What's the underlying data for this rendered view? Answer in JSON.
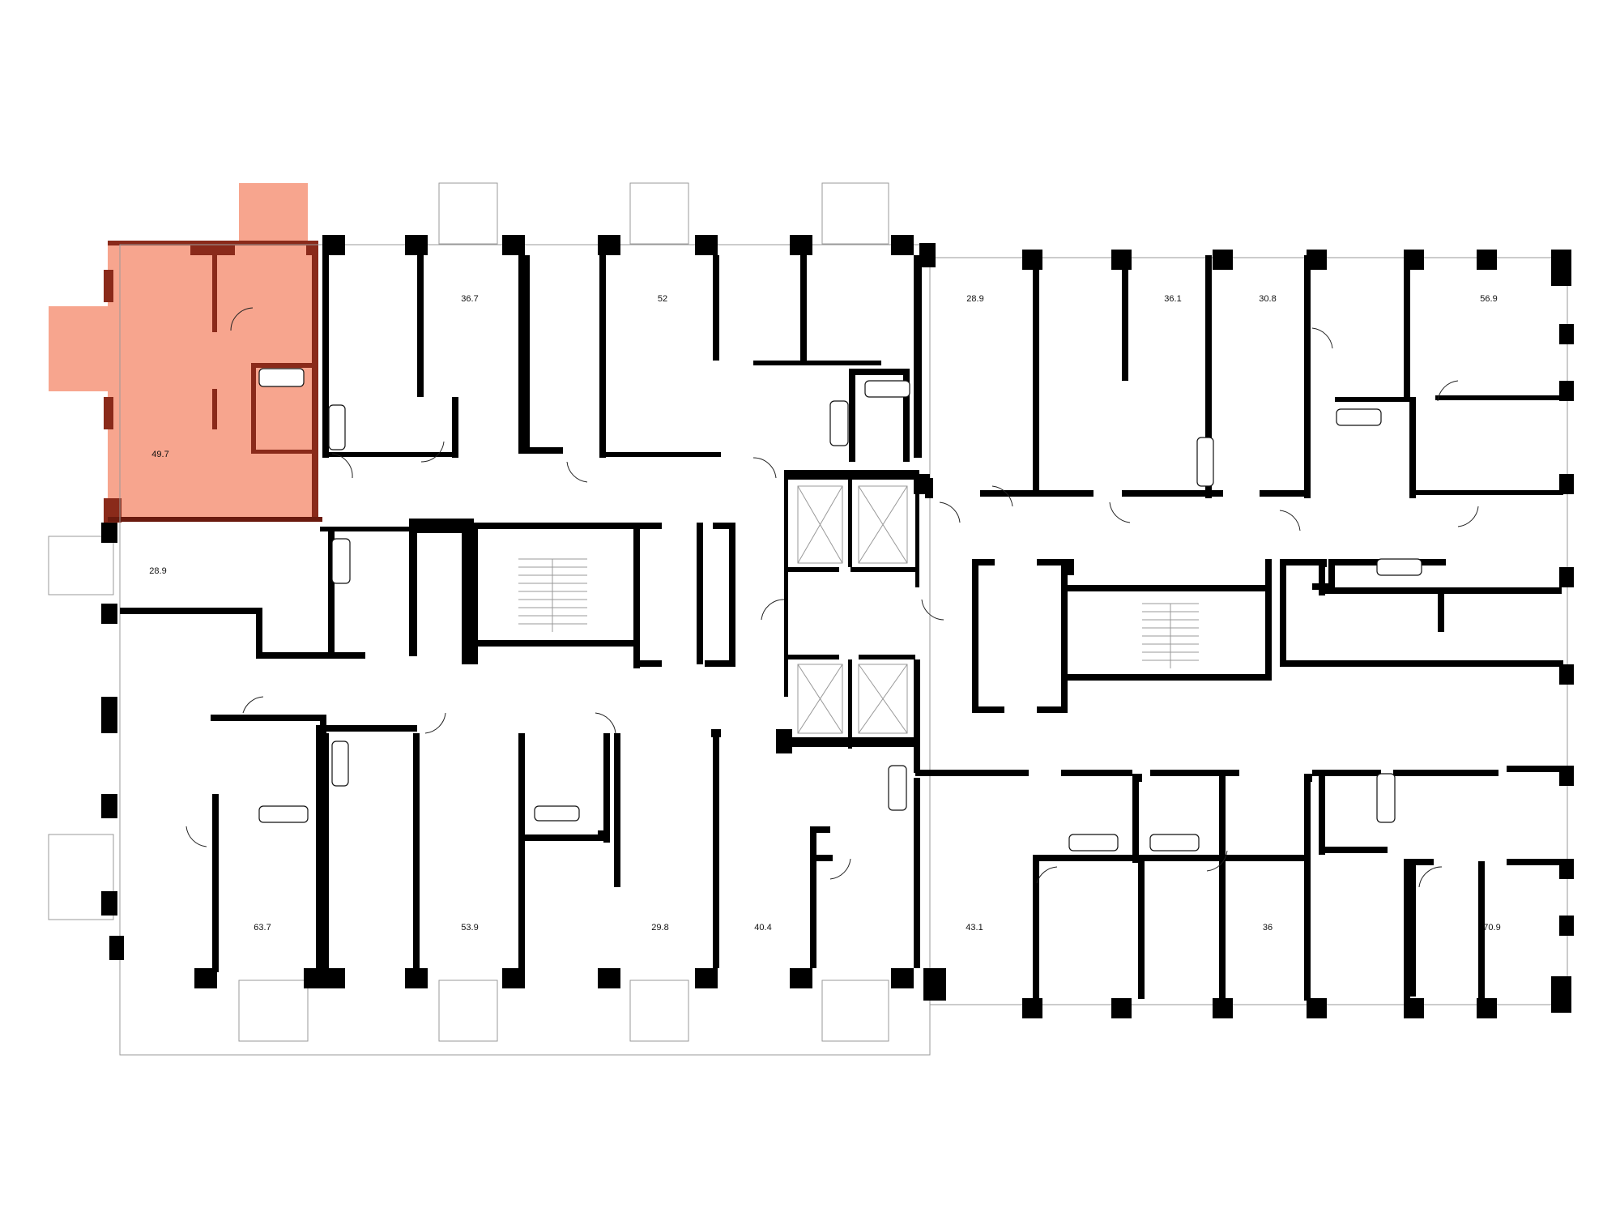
{
  "floor_plan": {
    "highlight_color": "#f7a58e",
    "highlight_dark_color": "#8a2a1a",
    "wall_color": "#000000",
    "selected_unit": "49.7",
    "units": [
      {
        "id": "u-49-7",
        "area": "49.7",
        "highlighted": true
      },
      {
        "id": "u-36-7",
        "area": "36.7",
        "highlighted": false
      },
      {
        "id": "u-52",
        "area": "52",
        "highlighted": false
      },
      {
        "id": "u-28-9-top",
        "area": "28.9",
        "highlighted": false
      },
      {
        "id": "u-36-1",
        "area": "36.1",
        "highlighted": false
      },
      {
        "id": "u-30-8",
        "area": "30.8",
        "highlighted": false
      },
      {
        "id": "u-56-9",
        "area": "56.9",
        "highlighted": false
      },
      {
        "id": "u-28-9-left",
        "area": "28.9",
        "highlighted": false
      },
      {
        "id": "u-63-7",
        "area": "63.7",
        "highlighted": false
      },
      {
        "id": "u-53-9",
        "area": "53.9",
        "highlighted": false
      },
      {
        "id": "u-29-8",
        "area": "29.8",
        "highlighted": false
      },
      {
        "id": "u-40-4",
        "area": "40.4",
        "highlighted": false
      },
      {
        "id": "u-43-1",
        "area": "43.1",
        "highlighted": false
      },
      {
        "id": "u-36",
        "area": "36",
        "highlighted": false
      },
      {
        "id": "u-70-9",
        "area": "70.9",
        "highlighted": false
      }
    ]
  }
}
